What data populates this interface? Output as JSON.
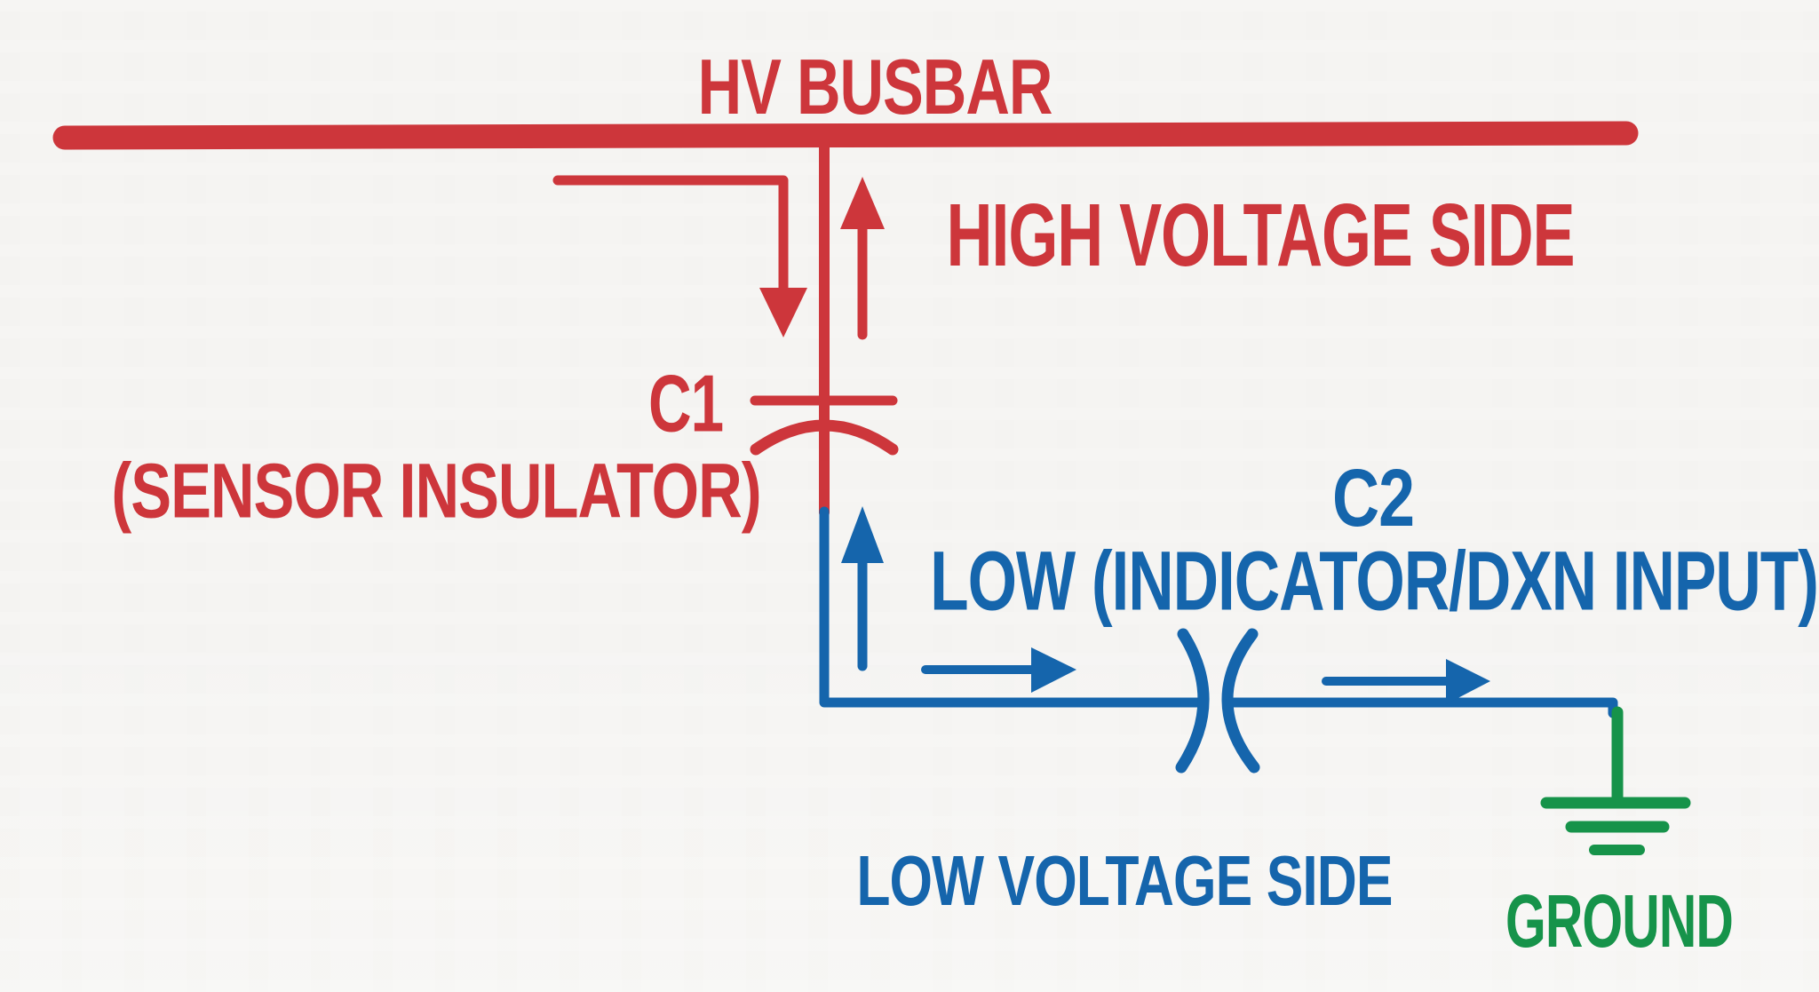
{
  "title": "Capacitive voltage sensor insulator circuit diagram",
  "colors": {
    "red": "#cd363b",
    "blue": "#1565ac",
    "green": "#16934a",
    "background": "#f5f4f2"
  },
  "labels": {
    "hv_busbar": "HV BUSBAR",
    "high_voltage_side": "HIGH VOLTAGE SIDE",
    "c1": "C1",
    "c1_sub": "(SENSOR INSULATOR)",
    "c2": "C2",
    "c2_sub": "LOW (INDICATOR/DXN INPUT)",
    "low_voltage_side": "LOW VOLTAGE SIDE",
    "ground": "GROUND"
  }
}
